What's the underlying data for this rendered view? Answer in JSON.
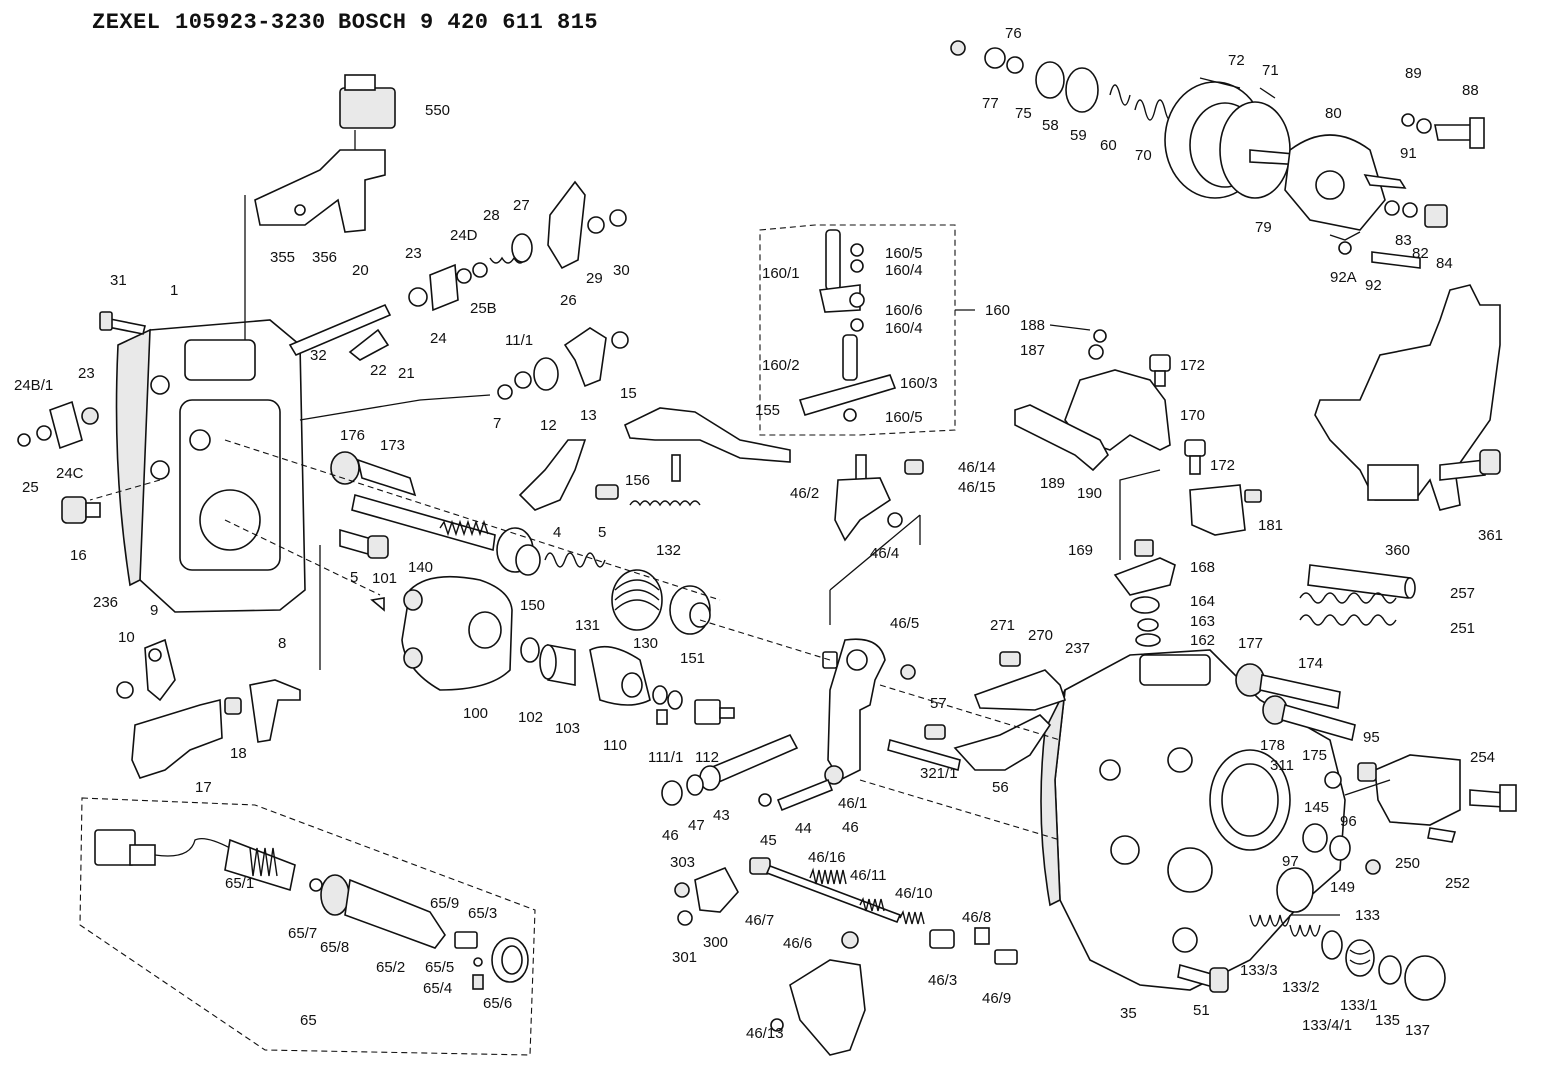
{
  "header": {
    "brand1": "ZEXEL",
    "part1": "105923-3230",
    "brand2": "BOSCH",
    "part2": "9 420 611 815"
  },
  "labels": {
    "550": "550",
    "355": "355",
    "356": "356",
    "31": "31",
    "1": "1",
    "20": "20",
    "32": "32",
    "22": "22",
    "21": "21",
    "23a": "23",
    "24D": "24D",
    "24": "24",
    "25B": "25B",
    "28": "28",
    "27": "27",
    "29": "29",
    "30": "30",
    "26": "26",
    "11_1": "11/1",
    "7": "7",
    "12": "12",
    "13": "13",
    "15a": "15",
    "24B_1": "24B/1",
    "23b": "23",
    "24C": "24C",
    "25": "25",
    "16": "16",
    "236": "236",
    "176": "176",
    "173": "173",
    "140": "140",
    "5a": "5",
    "101": "101",
    "4": "4",
    "5b": "5",
    "156": "156",
    "155": "155",
    "132": "132",
    "150": "150",
    "131": "131",
    "130": "130",
    "151": "151",
    "100": "100",
    "102": "102",
    "103": "103",
    "110": "110",
    "111_1": "111/1",
    "112": "112",
    "9": "9",
    "10": "10",
    "8": "8",
    "18": "18",
    "17": "17",
    "160_1": "160/1",
    "160_5a": "160/5",
    "160_4a": "160/4",
    "160_6": "160/6",
    "160_4b": "160/4",
    "160": "160",
    "160_2": "160/2",
    "160_3": "160/3",
    "160_5b": "160/5",
    "46_14": "46/14",
    "46_15": "46/15",
    "46_2": "46/2",
    "46_4": "46/4",
    "46_5": "46/5",
    "46_1": "46/1",
    "46": "46",
    "46b": "46",
    "47": "47",
    "43": "43",
    "45": "45",
    "44": "44",
    "303": "303",
    "300": "300",
    "301": "301",
    "46_7": "46/7",
    "46_16": "46/16",
    "46_11": "46/11",
    "46_10": "46/10",
    "46_6": "46/6",
    "46_8": "46/8",
    "46_3": "46/3",
    "46_9": "46/9",
    "46_13": "46/13",
    "65_1": "65/1",
    "65_7": "65/7",
    "65_8": "65/8",
    "65_2": "65/2",
    "65_9": "65/9",
    "65_3": "65/3",
    "65_5": "65/5",
    "65_4": "65/4",
    "65_6": "65/6",
    "65": "65",
    "76": "76",
    "77": "77",
    "75": "75",
    "58": "58",
    "59": "59",
    "60": "60",
    "70": "70",
    "72": "72",
    "71": "71",
    "79": "79",
    "80": "80",
    "89": "89",
    "88": "88",
    "91": "91",
    "83": "83",
    "82": "82",
    "84": "84",
    "92A": "92A",
    "92": "92",
    "188": "188",
    "187": "187",
    "172a": "172",
    "170": "170",
    "189": "189",
    "190": "190",
    "172b": "172",
    "181": "181",
    "169": "169",
    "168": "168",
    "164": "164",
    "163": "163",
    "162": "162",
    "360": "360",
    "361": "361",
    "257": "257",
    "251": "251",
    "271": "271",
    "270": "270",
    "237": "237",
    "177": "177",
    "174": "174",
    "57": "57",
    "178": "178",
    "175": "175",
    "95": "95",
    "321_1": "321/1",
    "56": "56",
    "311": "311",
    "254": "254",
    "145": "145",
    "96": "96",
    "97": "97",
    "149": "149",
    "250": "250",
    "252": "252",
    "133": "133",
    "133_3": "133/3",
    "133_2": "133/2",
    "133_4_1": "133/4/1",
    "133_1": "133/1",
    "135": "135",
    "137": "137",
    "35": "35",
    "51": "51"
  }
}
